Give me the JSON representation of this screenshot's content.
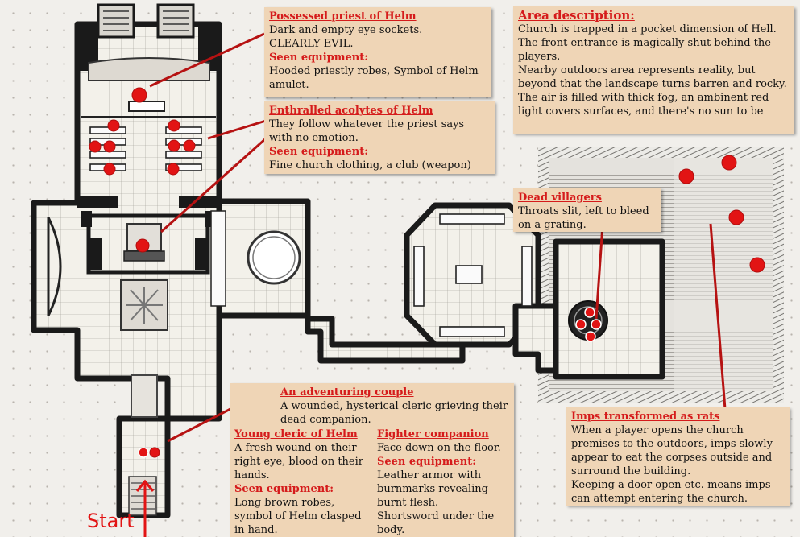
{
  "start_label": "Start",
  "colors": {
    "marker": "#e21414",
    "note_bg": "#efd5b6",
    "note_heading": "#d51b1b"
  },
  "notes": {
    "priest": {
      "title": "Possessed priest of Helm",
      "text": "Dark and empty eye sockets.\nCLEARLY EVIL.",
      "equip_label": "Seen equipment:",
      "equip": "Hooded priestly robes, Symbol of Helm amulet."
    },
    "acolytes": {
      "title": "Enthralled acolytes of Helm",
      "text": "They follow whatever the priest says with no emotion.",
      "equip_label": "Seen equipment:",
      "equip": "Fine church clothing, a club (weapon)"
    },
    "area": {
      "title": "Area description:",
      "text": "Church is trapped in a pocket dimension of Hell.\nThe front entrance is magically shut behind the players.\nNearby outdoors area represents reality, but beyond that the landscape turns barren and rocky.\nThe air is filled with thick fog, an ambinent red light covers surfaces, and there's no sun to be"
    },
    "villagers": {
      "title": "Dead villagers",
      "text": "Throats slit, left to bleed on a grating."
    },
    "couple": {
      "title": "An adventuring couple",
      "text": "A wounded, hysterical cleric grieving their dead companion."
    },
    "cleric": {
      "title": "Young cleric of Helm",
      "text": "A fresh wound on their right eye, blood on their hands.",
      "equip_label": "Seen equipment:",
      "equip": "Long brown robes, symbol of Helm clasped in hand."
    },
    "fighter": {
      "title": "Fighter companion",
      "text": "Face down on the floor.",
      "equip_label": "Seen equipment:",
      "equip": "Leather armor with burnmarks revealing burnt flesh.\nShortsword under the body."
    },
    "imps": {
      "title": "Imps transformed as rats",
      "text": "When a player opens the church premises to the outdoors, imps slowly appear to eat the corpses outside and surround the building.\nKeeping a door open etc. means imps can attempt entering the church."
    }
  }
}
